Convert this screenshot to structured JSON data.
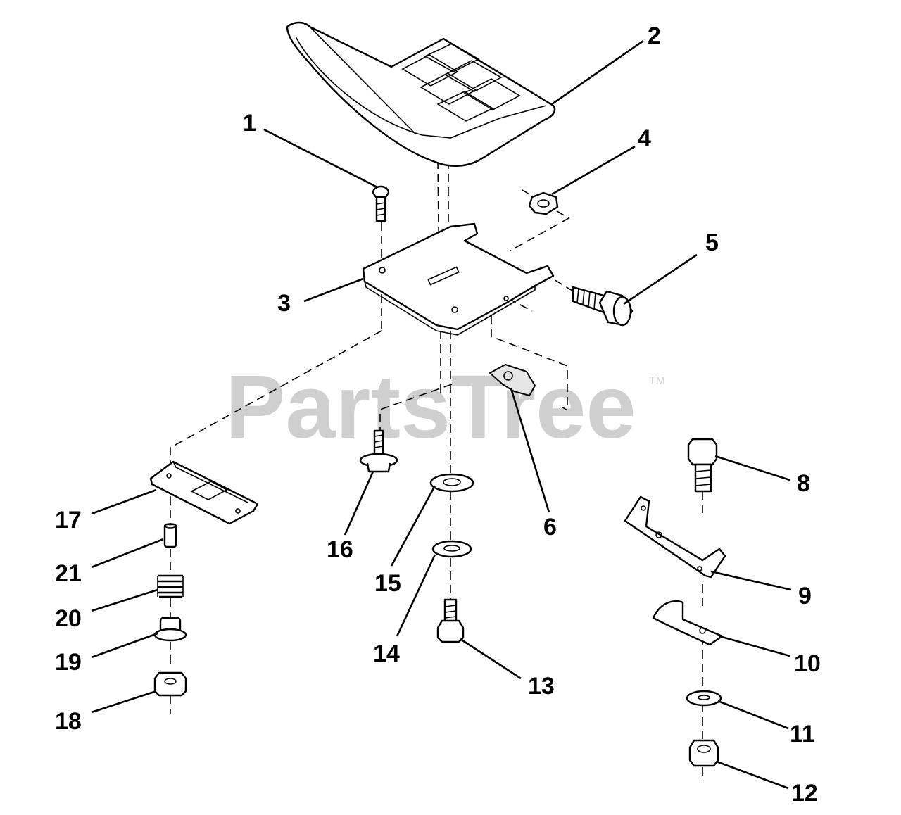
{
  "watermark": {
    "brand": "PartsTree",
    "trademark": "TM"
  },
  "callouts": [
    {
      "id": "1",
      "label": "1"
    },
    {
      "id": "2",
      "label": "2"
    },
    {
      "id": "3",
      "label": "3"
    },
    {
      "id": "4",
      "label": "4"
    },
    {
      "id": "5",
      "label": "5"
    },
    {
      "id": "6",
      "label": "6"
    },
    {
      "id": "8",
      "label": "8"
    },
    {
      "id": "9",
      "label": "9"
    },
    {
      "id": "10",
      "label": "10"
    },
    {
      "id": "11",
      "label": "11"
    },
    {
      "id": "12",
      "label": "12"
    },
    {
      "id": "13",
      "label": "13"
    },
    {
      "id": "14",
      "label": "14"
    },
    {
      "id": "15",
      "label": "15"
    },
    {
      "id": "16",
      "label": "16"
    },
    {
      "id": "17",
      "label": "17"
    },
    {
      "id": "18",
      "label": "18"
    },
    {
      "id": "19",
      "label": "19"
    },
    {
      "id": "20",
      "label": "20"
    },
    {
      "id": "21",
      "label": "21"
    }
  ]
}
